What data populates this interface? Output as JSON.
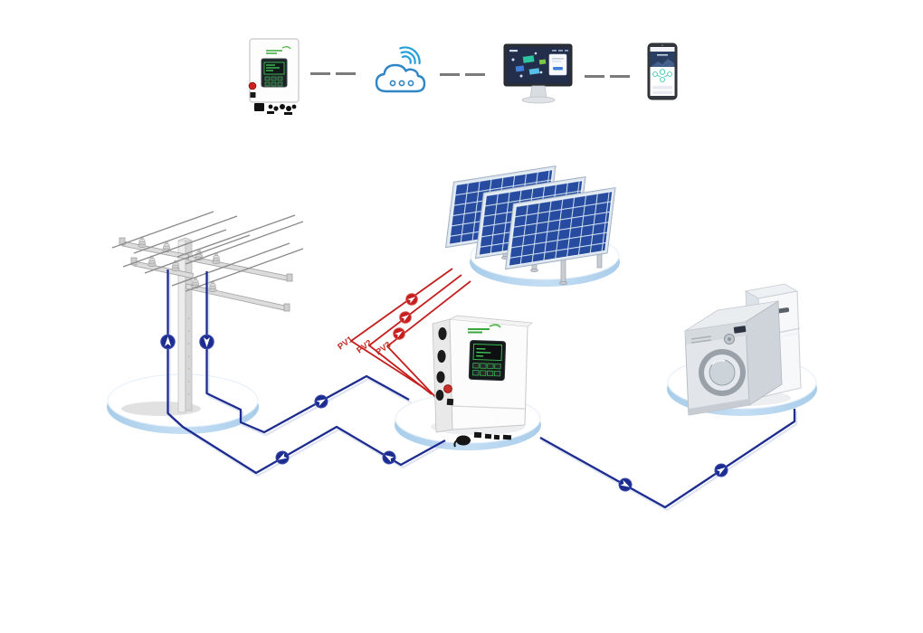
{
  "diagram": {
    "type": "solar-hybrid-inverter-energy-flow",
    "pv_strings": {
      "labels": [
        "PV1",
        "PV2",
        "PV3"
      ]
    },
    "monitoring_chain": {
      "nodes": [
        "hybrid-inverter",
        "wifi-cloud",
        "web-monitoring-platform",
        "mobile-monitoring-app"
      ],
      "link_style": "gray-dashes"
    },
    "scene_nodes": [
      {
        "id": "utility-grid-pole",
        "desc": "power pole with wires, import and export arrows"
      },
      {
        "id": "solar-panel-array",
        "desc": "three tilted PV modules on round platform"
      },
      {
        "id": "hybrid-inverter-unit",
        "desc": "white wall inverter with display on round platform"
      },
      {
        "id": "household-loads",
        "desc": "washing machine and refrigerator on round platform"
      }
    ],
    "flows": [
      {
        "from": "solar-panel-array",
        "to": "hybrid-inverter-unit",
        "color": "dc_red",
        "lines": [
          "PV1",
          "PV2",
          "PV3"
        ]
      },
      {
        "from": "utility-grid-pole",
        "to": "hybrid-inverter-unit",
        "color": "ac_blue",
        "direction": "import"
      },
      {
        "from": "hybrid-inverter-unit",
        "to": "utility-grid-pole",
        "color": "ac_blue",
        "direction": "export"
      },
      {
        "from": "hybrid-inverter-unit",
        "to": "household-loads",
        "color": "ac_blue",
        "direction": "consume"
      }
    ],
    "colors": {
      "dc_line": "#c41e1e",
      "ac_line": "#1d2c8f",
      "platform_rim": "#b9d8f0",
      "cloud_blue": "#2f86c5",
      "panel_cell": "#274b9f",
      "dash_gray": "#7b7b7b",
      "display_green": "#46d35e"
    }
  }
}
